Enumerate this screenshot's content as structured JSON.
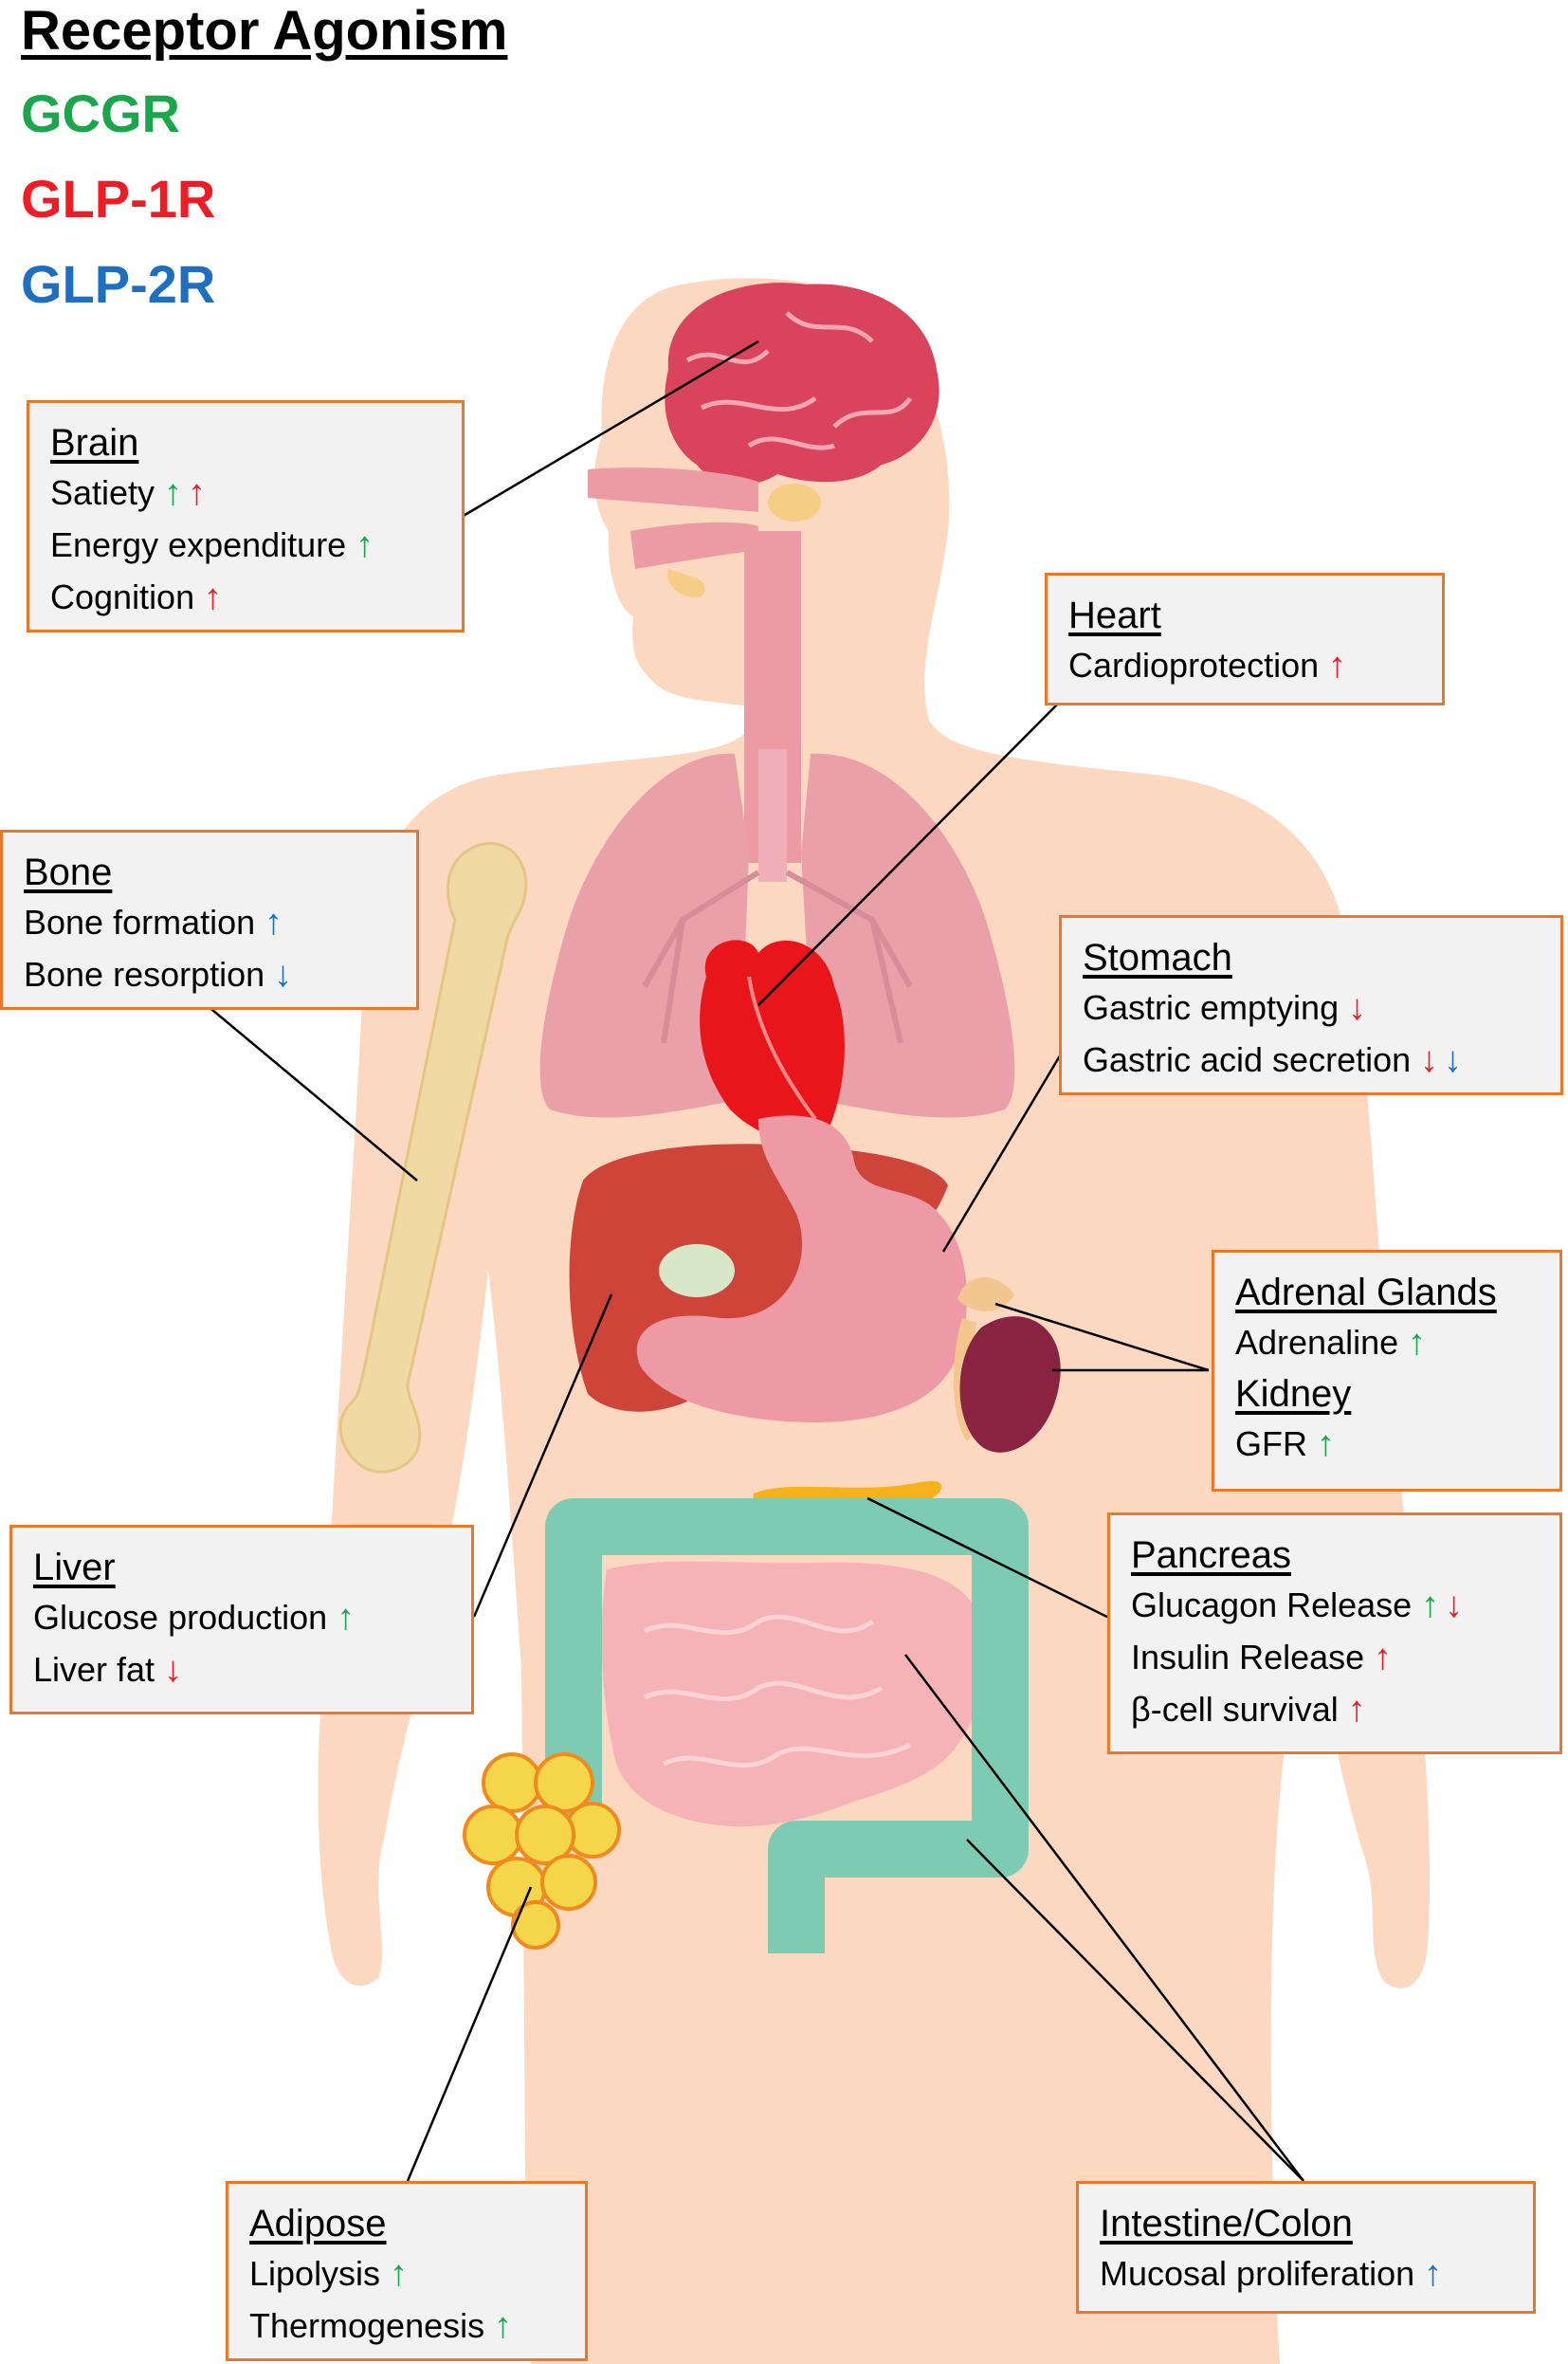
{
  "legend": {
    "title": "Receptor Agonism",
    "items": [
      {
        "key": "gcgr",
        "label": "GCGR",
        "color": "#1aa64b"
      },
      {
        "key": "glp1r",
        "label": "GLP-1R",
        "color": "#ee1c24"
      },
      {
        "key": "glp2r",
        "label": "GLP-2R",
        "color": "#1f6fc0"
      }
    ]
  },
  "arrow_glyphs": {
    "up": "↑",
    "down": "↓"
  },
  "colors": {
    "skin": "#fcd8c0",
    "box_fill": "#f2f2f2",
    "box_border": "#e8792a",
    "brain": "#d9435c",
    "airway": "#ec9aa4",
    "lungs": "#e9a0a8",
    "heart": "#e8161b",
    "liver": "#cf4438",
    "stomach": "#ee9aa6",
    "kidney": "#8a2342",
    "adrenal": "#f3c58f",
    "pancreas": "#f7b21b",
    "colon": "#7ccbb2",
    "small_intestine": "#f5b3b8",
    "adipose": "#f5d64a",
    "bone": "#f0d9a2"
  },
  "boxes": {
    "brain": {
      "title": "Brain",
      "rows": [
        {
          "label": "Satiety",
          "arrows": [
            {
              "dir": "up",
              "receptor": "gcgr"
            },
            {
              "dir": "up",
              "receptor": "glp1r"
            }
          ]
        },
        {
          "label": "Energy expenditure",
          "arrows": [
            {
              "dir": "up",
              "receptor": "gcgr"
            }
          ]
        },
        {
          "label": "Cognition",
          "arrows": [
            {
              "dir": "up",
              "receptor": "glp1r"
            }
          ]
        }
      ]
    },
    "heart": {
      "title": "Heart",
      "rows": [
        {
          "label": "Cardioprotection",
          "arrows": [
            {
              "dir": "up",
              "receptor": "glp1r"
            }
          ]
        }
      ]
    },
    "bone": {
      "title": "Bone",
      "rows": [
        {
          "label": "Bone formation",
          "arrows": [
            {
              "dir": "up",
              "receptor": "glp2r"
            }
          ]
        },
        {
          "label": "Bone resorption",
          "arrows": [
            {
              "dir": "down",
              "receptor": "glp2r"
            }
          ]
        }
      ]
    },
    "stomach": {
      "title": "Stomach",
      "rows": [
        {
          "label": "Gastric emptying",
          "arrows": [
            {
              "dir": "down",
              "receptor": "glp1r"
            }
          ]
        },
        {
          "label": "Gastric acid secretion",
          "arrows": [
            {
              "dir": "down",
              "receptor": "glp1r"
            },
            {
              "dir": "down",
              "receptor": "glp2r"
            }
          ]
        }
      ]
    },
    "adrenal_kidney": {
      "title": "Adrenal Glands",
      "rows": [
        {
          "label": "Adrenaline",
          "arrows": [
            {
              "dir": "up",
              "receptor": "gcgr"
            }
          ]
        }
      ],
      "title2": "Kidney",
      "rows2": [
        {
          "label": "GFR",
          "arrows": [
            {
              "dir": "up",
              "receptor": "gcgr"
            }
          ]
        }
      ]
    },
    "liver": {
      "title": "Liver",
      "rows": [
        {
          "label": "Glucose production",
          "arrows": [
            {
              "dir": "up",
              "receptor": "gcgr"
            }
          ]
        },
        {
          "label": "Liver fat",
          "arrows": [
            {
              "dir": "down",
              "receptor": "glp1r"
            }
          ]
        }
      ]
    },
    "pancreas": {
      "title": "Pancreas",
      "rows": [
        {
          "label": "Glucagon Release",
          "arrows": [
            {
              "dir": "up",
              "receptor": "gcgr"
            },
            {
              "dir": "down",
              "receptor": "glp1r"
            }
          ]
        },
        {
          "label": "Insulin Release",
          "arrows": [
            {
              "dir": "up",
              "receptor": "glp1r"
            }
          ]
        },
        {
          "label": "β-cell survival",
          "arrows": [
            {
              "dir": "up",
              "receptor": "glp1r"
            }
          ]
        }
      ]
    },
    "adipose": {
      "title": "Adipose",
      "rows": [
        {
          "label": "Lipolysis",
          "arrows": [
            {
              "dir": "up",
              "receptor": "gcgr"
            }
          ]
        },
        {
          "label": "Thermogenesis",
          "arrows": [
            {
              "dir": "up",
              "receptor": "gcgr"
            }
          ]
        }
      ]
    },
    "intestine": {
      "title": "Intestine/Colon",
      "rows": [
        {
          "label": "Mucosal proliferation",
          "arrows": [
            {
              "dir": "up",
              "receptor": "glp2r"
            }
          ]
        }
      ]
    }
  }
}
